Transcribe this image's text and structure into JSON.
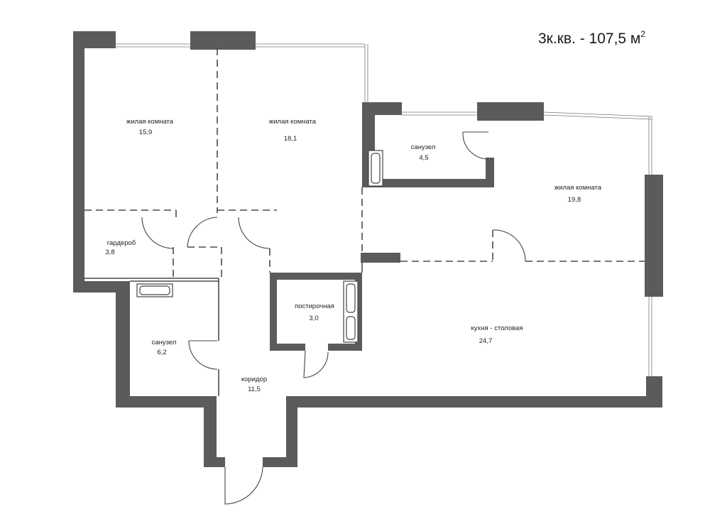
{
  "title": {
    "main": "3к.кв. - 107,5 м",
    "superscript": "2"
  },
  "rooms": [
    {
      "name": "жилая комната",
      "area": "15,9"
    },
    {
      "name": "жилая комната",
      "area": "18,1"
    },
    {
      "name": "санузел",
      "area": "4,5"
    },
    {
      "name": "жилая комната",
      "area": "19,8"
    },
    {
      "name": "гардероб",
      "area": "3,8"
    },
    {
      "name": "постирочная",
      "area": "3,0"
    },
    {
      "name": "кухня - столовая",
      "area": "24,7"
    },
    {
      "name": "санузел",
      "area": "6,2"
    },
    {
      "name": "коридор",
      "area": "11,5"
    }
  ],
  "colors": {
    "wall": "#5b5b5b",
    "line": "#4a4a4a",
    "text": "#222222"
  }
}
